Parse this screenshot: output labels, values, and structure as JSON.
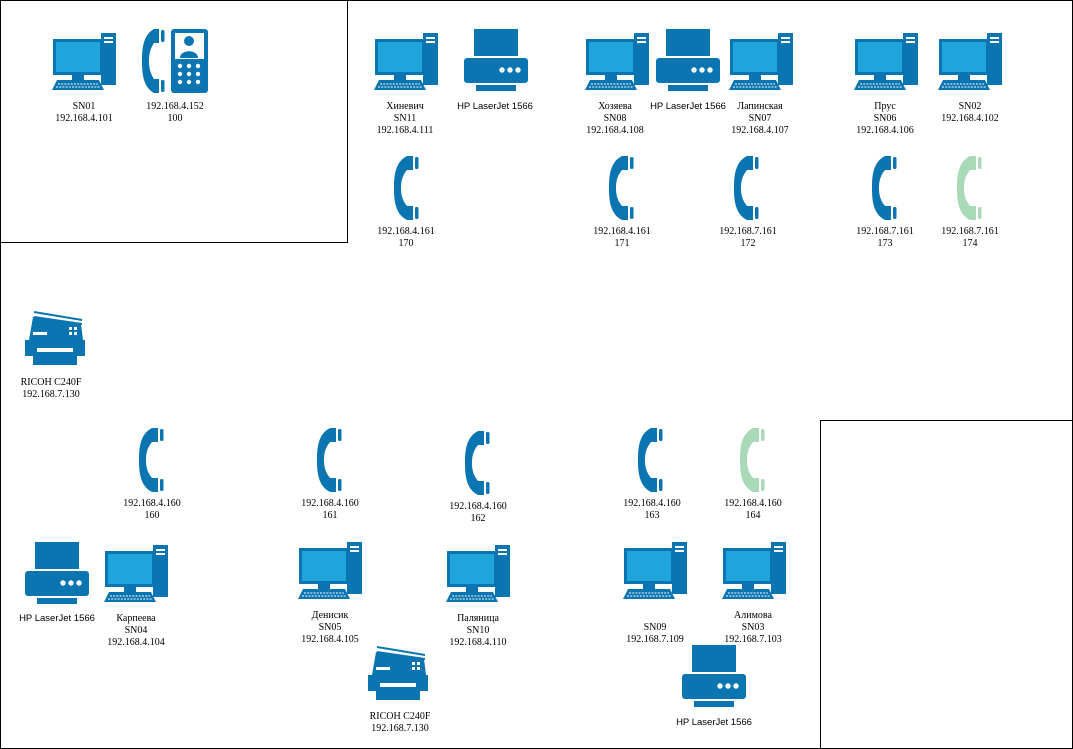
{
  "colors": {
    "device": "#0a75b0",
    "screen": "#1fa4dc",
    "inactive": "#a9d9b7",
    "white": "#ffffff"
  },
  "icons": {
    "pc": "desktop-computer-icon",
    "printer": "printer-icon",
    "mfp": "multifunction-printer-icon",
    "phone": "phone-handset-icon",
    "voip": "voip-desk-phone-icon"
  },
  "devices": [
    {
      "id": "sn01",
      "type": "pc",
      "lines": [
        "SN01",
        "192.168.4.101"
      ]
    },
    {
      "id": "ip152",
      "type": "voip",
      "lines": [
        "192.168.4.152",
        "100"
      ]
    },
    {
      "id": "sn11",
      "type": "pc",
      "lines": [
        "Хиневич",
        "SN11",
        "192.168.4.111"
      ]
    },
    {
      "id": "hp1",
      "type": "printer",
      "lines": [
        "HP LaserJet 1566"
      ]
    },
    {
      "id": "sn08",
      "type": "pc",
      "lines": [
        "Хозяева",
        "SN08",
        "192.168.4.108"
      ]
    },
    {
      "id": "hp2",
      "type": "printer",
      "lines": [
        "HP LaserJet 1566"
      ]
    },
    {
      "id": "sn07",
      "type": "pc",
      "lines": [
        "Лапинская",
        "SN07",
        "192.168.4.107"
      ]
    },
    {
      "id": "sn06",
      "type": "pc",
      "lines": [
        "Прус",
        "SN06",
        "192.168.4.106"
      ]
    },
    {
      "id": "sn02",
      "type": "pc",
      "lines": [
        "SN02",
        "192.168.4.102"
      ]
    },
    {
      "id": "p170",
      "type": "phone",
      "lines": [
        "192.168.4.161",
        "170"
      ]
    },
    {
      "id": "p171",
      "type": "phone",
      "lines": [
        "192.168.4.161",
        "171"
      ]
    },
    {
      "id": "p172",
      "type": "phone",
      "lines": [
        "192.168.7.161",
        "172"
      ]
    },
    {
      "id": "p173",
      "type": "phone",
      "lines": [
        "192.168.7.161",
        "173"
      ]
    },
    {
      "id": "p174",
      "type": "phone",
      "inactive": true,
      "lines": [
        "192.168.7.161",
        "174"
      ]
    },
    {
      "id": "ricoh1",
      "type": "mfp",
      "lines": [
        "RICOH C240F",
        "192.168.7.130"
      ]
    },
    {
      "id": "p160",
      "type": "phone",
      "lines": [
        "192.168.4.160",
        "160"
      ]
    },
    {
      "id": "p161",
      "type": "phone",
      "lines": [
        "192.168.4.160",
        "161"
      ]
    },
    {
      "id": "p162",
      "type": "phone",
      "lines": [
        "192.168.4.160",
        "162"
      ]
    },
    {
      "id": "p163",
      "type": "phone",
      "lines": [
        "192.168.4.160",
        "163"
      ]
    },
    {
      "id": "p164",
      "type": "phone",
      "inactive": true,
      "lines": [
        "192.168.4.160",
        "164"
      ]
    },
    {
      "id": "hp3",
      "type": "printer",
      "lines": [
        "HP LaserJet 1566"
      ]
    },
    {
      "id": "sn04",
      "type": "pc",
      "lines": [
        "Карпеева",
        "SN04",
        "192.168.4.104"
      ]
    },
    {
      "id": "sn05",
      "type": "pc",
      "lines": [
        "Денисик",
        "SN05",
        "192.168.4.105"
      ]
    },
    {
      "id": "sn10",
      "type": "pc",
      "lines": [
        "Паляница",
        "SN10",
        "192.168.4.110"
      ]
    },
    {
      "id": "sn09",
      "type": "pc",
      "lines": [
        "SN09",
        "192.168.7.109"
      ]
    },
    {
      "id": "sn03",
      "type": "pc",
      "lines": [
        "Алимова",
        "SN03",
        "192.168.7.103"
      ]
    },
    {
      "id": "ricoh2",
      "type": "mfp",
      "lines": [
        "RICOH C240F",
        "192.168.7.130"
      ]
    },
    {
      "id": "hp4",
      "type": "printer",
      "lines": [
        "HP LaserJet 1566"
      ]
    }
  ]
}
